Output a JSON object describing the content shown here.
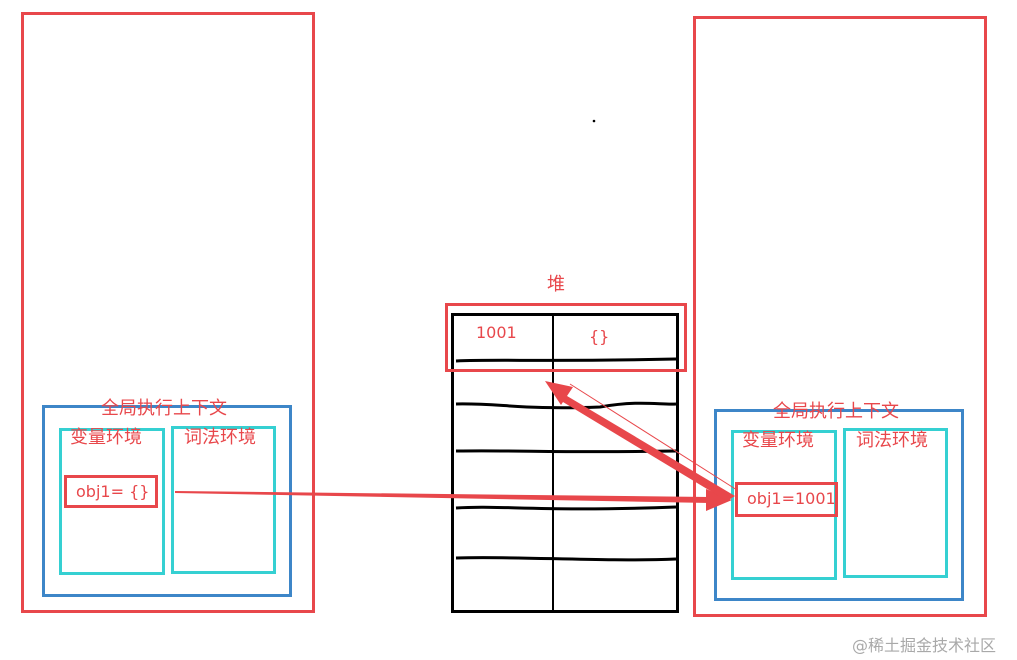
{
  "left_context": {
    "title": "全局执行上下文",
    "variable_env": "变量环境",
    "lexical_env": "词法环境",
    "binding": "obj1= {}"
  },
  "heap": {
    "title": "堆",
    "address": "1001",
    "value": "{}"
  },
  "right_context": {
    "title": "全局执行上下文",
    "variable_env": "变量环境",
    "lexical_env": "词法环境",
    "binding": "obj1=1001"
  },
  "watermark": "@稀土掘金技术社区",
  "colors": {
    "red": "#e8474b",
    "blue": "#3d86c8",
    "cyan": "#35d0d2"
  }
}
